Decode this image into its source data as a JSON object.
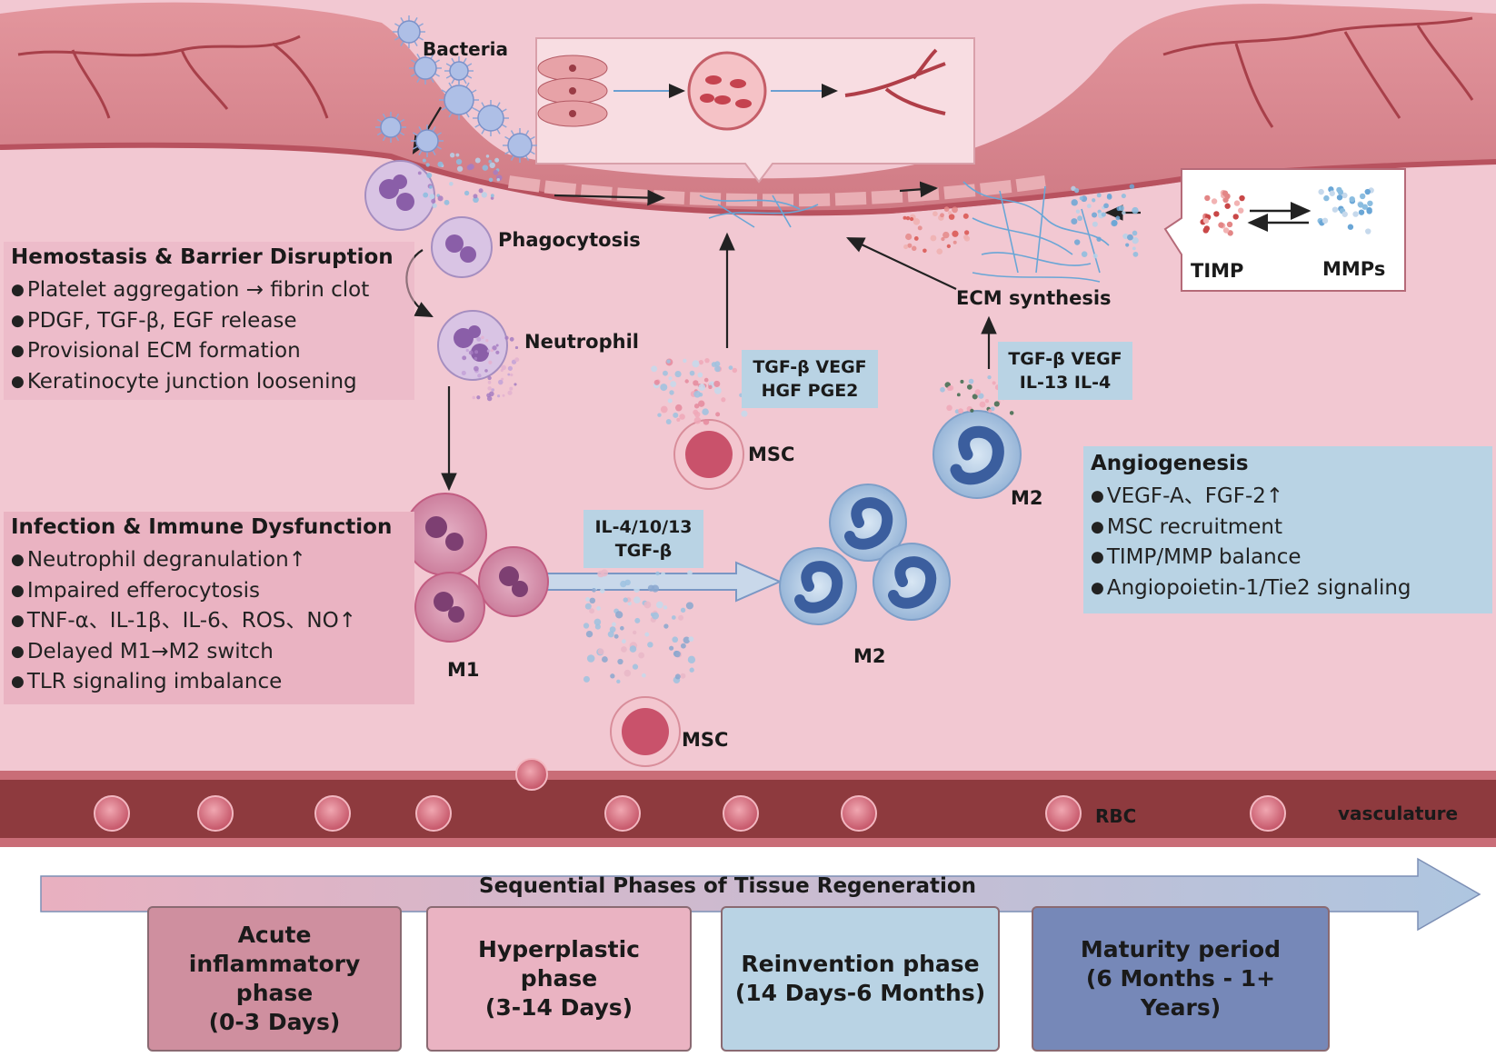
{
  "labels": {
    "bacteria": "Bacteria",
    "phagocytosis": "Phagocytosis",
    "neutrophil": "Neutrophil",
    "msc_upper": "MSC",
    "msc_lower": "MSC",
    "m1": "M1",
    "m2_upper": "M2",
    "m2_lower": "M2",
    "ecm_synthesis": "ECM synthesis",
    "timp": "TIMP",
    "mmps": "MMPs",
    "rbc": "RBC",
    "vasculature": "vasculature"
  },
  "cytokines": {
    "msc_factors": [
      "TGF-β VEGF",
      "HGF PGE2"
    ],
    "m2_factors": [
      "TGF-β VEGF",
      "IL-13 IL-4"
    ],
    "polarization_factors": [
      "IL-4/10/13",
      "TGF-β"
    ]
  },
  "hemostasis": {
    "title": "Hemostasis & Barrier Disruption",
    "items": [
      "Platelet aggregation → fibrin clot",
      "PDGF, TGF-β, EGF release",
      "Provisional ECM formation",
      "Keratinocyte junction loosening"
    ]
  },
  "infection": {
    "title": "Infection & Immune Dysfunction",
    "items": [
      "Neutrophil degranulation↑",
      "Impaired efferocytosis",
      "TNF-α、IL-1β、IL-6、ROS、NO↑",
      "Delayed M1→M2 switch",
      "TLR signaling imbalance"
    ]
  },
  "angiogenesis": {
    "title": "Angiogenesis",
    "items": [
      "VEGF-A、FGF-2↑",
      "MSC recruitment",
      "TIMP/MMP balance",
      "Angiopoietin-1/Tie2 signaling"
    ]
  },
  "timeline": {
    "title": "Sequential Phases of Tissue Regeneration",
    "phases": [
      {
        "label": "Acute inflammatory\nphase\n(0-3 Days)",
        "color": "#cf8f9f"
      },
      {
        "label": "Hyperplastic phase\n(3-14 Days)",
        "color": "#eab3c2"
      },
      {
        "label": "Reinvention phase\n(14 Days-6 Months)",
        "color": "#b9d3e4"
      },
      {
        "label": "Maturity period\n(6 Months - 1+ Years)",
        "color": "#7688b8"
      }
    ]
  },
  "colors": {
    "tissue": "#f2c8d2",
    "dermis": "#d98592",
    "vessel": "#8e3a3e",
    "info_box_pink": "#eab3c2",
    "info_box_blue": "#b9d3e4",
    "macrophage_m1": "#c8799a",
    "macrophage_m2": "#a9c6e2"
  }
}
